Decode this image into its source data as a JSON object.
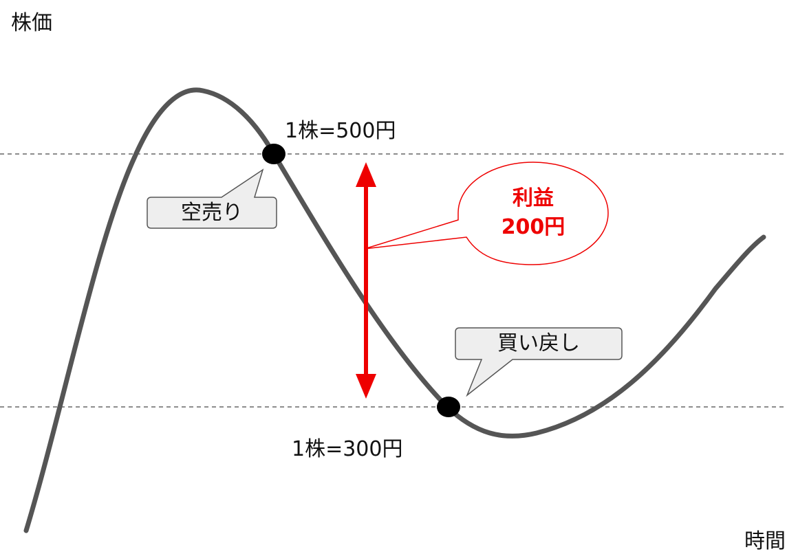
{
  "axes": {
    "y_label": "株価",
    "x_label": "時間"
  },
  "levels": {
    "high": {
      "label": "1株=500円",
      "price": 500
    },
    "low": {
      "label": "1株=300円",
      "price": 300
    }
  },
  "callouts": {
    "sell": "空売り",
    "buy_back": "買い戻し"
  },
  "profit": {
    "line1": "利益",
    "line2": "200円"
  },
  "colors": {
    "curve": "#555555",
    "dashed_line": "#666666",
    "arrow": "#ee0000",
    "profit_text": "#ee0000",
    "callout_fill": "#eeeeee",
    "callout_border": "#555555",
    "marker": "#000000"
  }
}
